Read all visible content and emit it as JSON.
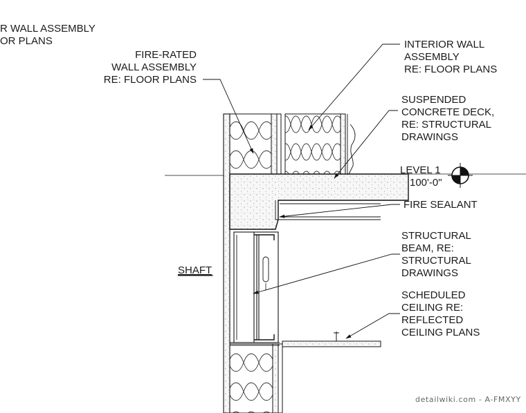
{
  "labels": {
    "top_left": [
      "R WALL ASSEMBLY",
      "OR PLANS"
    ],
    "fire_rated": [
      "FIRE-RATED",
      "WALL ASSEMBLY",
      "RE: FLOOR PLANS"
    ],
    "interior_wall": [
      "INTERIOR WALL",
      "ASSEMBLY",
      "RE: FLOOR PLANS"
    ],
    "suspended_deck": [
      "SUSPENDED",
      "CONCRETE DECK,",
      "RE: STRUCTURAL",
      "DRAWINGS"
    ],
    "level": [
      "LEVEL 1",
      "100'-0\""
    ],
    "fire_sealant": [
      "FIRE SEALANT"
    ],
    "structural_beam": [
      "STRUCTURAL",
      "BEAM, RE:",
      "STRUCTURAL",
      "DRAWINGS"
    ],
    "shaft": [
      "SHAFT"
    ],
    "scheduled_ceiling": [
      "SCHEDULED",
      "CEILING RE:",
      "REFLECTED",
      "CEILING PLANS"
    ]
  },
  "watermark": "detailwiki.com - A-FMXYY",
  "icons": {
    "level_marker": "level-datum-target-icon"
  },
  "colors": {
    "line": "#111111",
    "concrete": "#f4f4f4",
    "background": "#ffffff"
  }
}
